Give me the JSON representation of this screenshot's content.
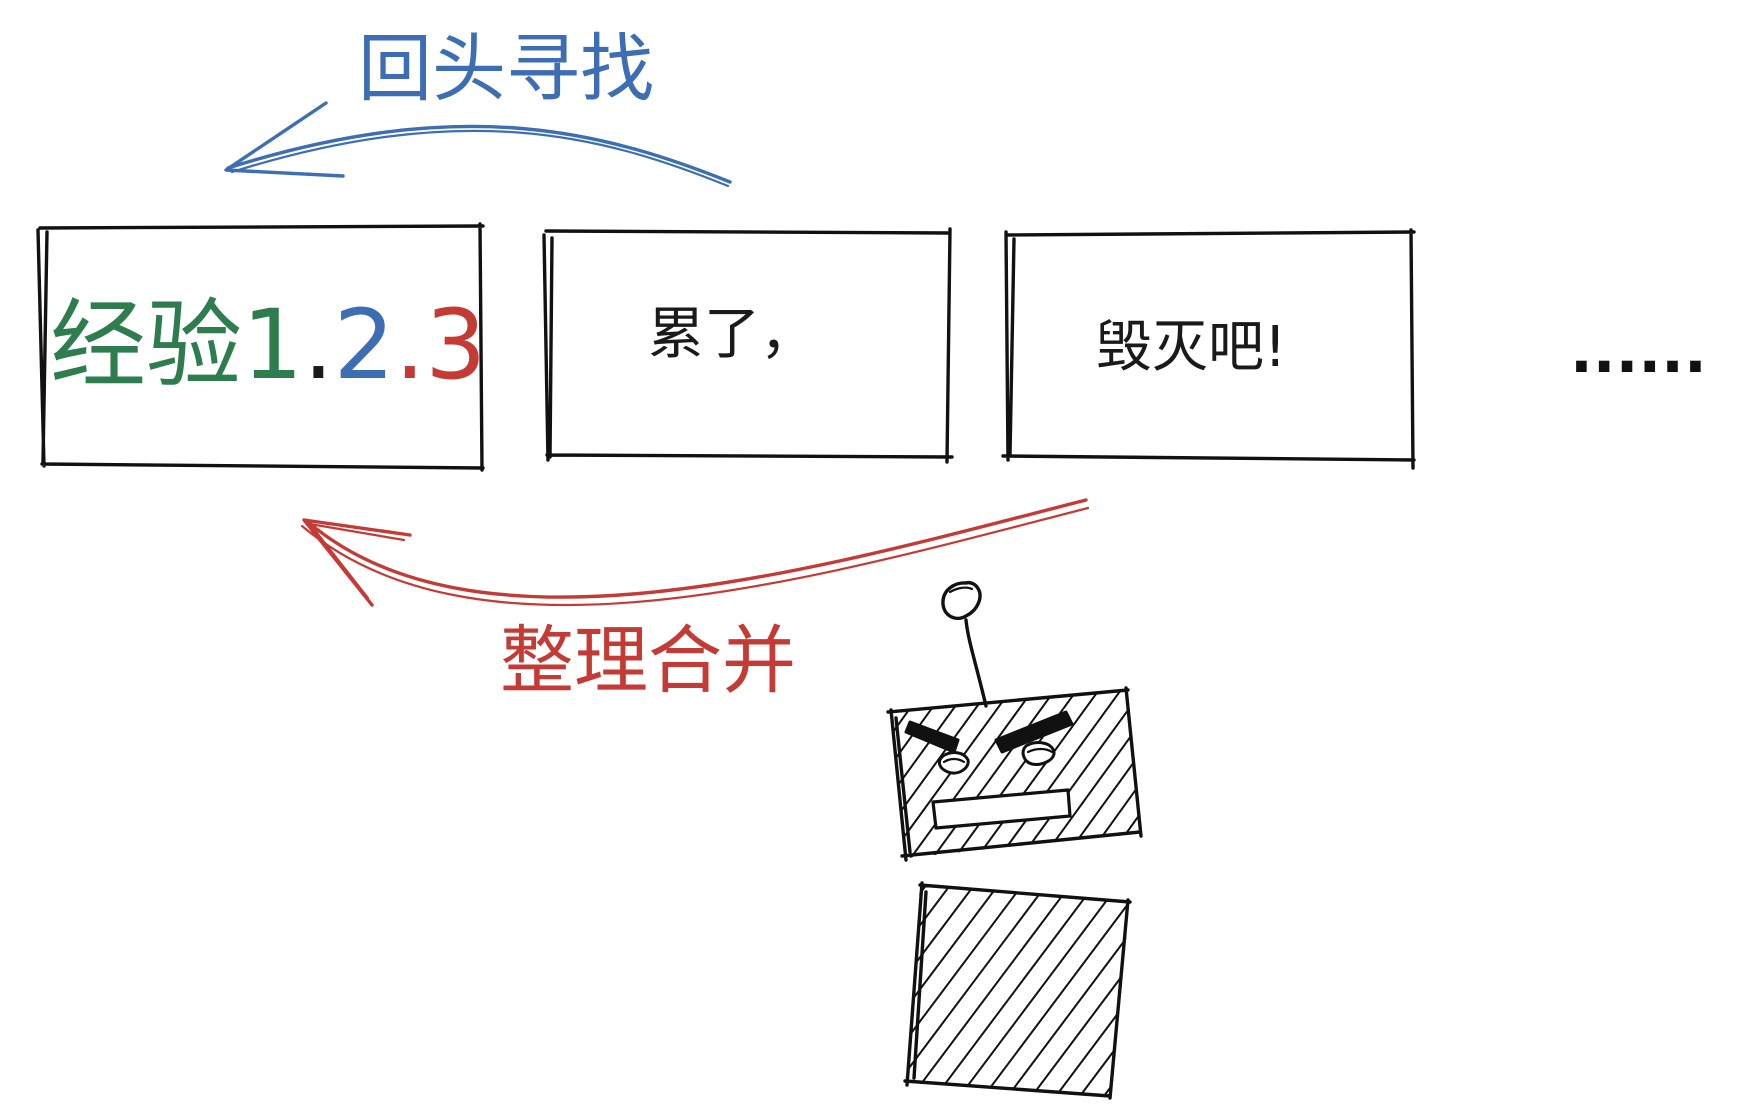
{
  "top_arrow": {
    "label": "回头寻找",
    "color": "#3d6eb4"
  },
  "bottom_arrow": {
    "label": "整理合并",
    "color": "#c43a35"
  },
  "boxes": [
    {
      "parts": [
        {
          "text": "经验",
          "color": "#2e7d4f"
        },
        {
          "text": "1",
          "color": "#2e7d4f"
        },
        {
          "text": ".",
          "color": "#1a1a1a"
        },
        {
          "text": "2",
          "color": "#3d6eb4"
        },
        {
          "text": ".",
          "color": "#c43a35"
        },
        {
          "text": "3",
          "color": "#c43a35"
        }
      ]
    },
    {
      "text": "累了，"
    },
    {
      "text": "毁灭吧!"
    }
  ],
  "trailing": "......",
  "robot": {
    "icon": "angry-robot-icon"
  }
}
